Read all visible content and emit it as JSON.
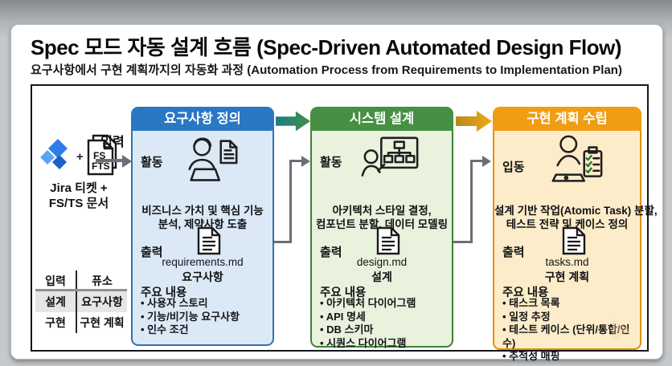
{
  "title": "Spec 모드 자동 설계 흐름 (Spec-Driven Automated Design Flow)",
  "subtitle": "요구사항에서 구현 계획까지의 자동화 과정 (Automation Process from Requirements to Implementation Plan)",
  "input_source": {
    "arrow_label": "입력",
    "plus": "+",
    "doc_lines": [
      "FS",
      "FTS"
    ],
    "caption_line1": "Jira 티켓 +",
    "caption_line2": "FS/TS 문서"
  },
  "mapping_table": {
    "col_headers": [
      "입력",
      "퓨소"
    ],
    "rows": [
      [
        "설계",
        "요구사항"
      ],
      [
        "구현",
        "구현 계획"
      ]
    ]
  },
  "columns": [
    {
      "header": "요구사항 정의",
      "activity_label": "활동",
      "activity_line1": "비즈니스 가치 및 핵심 기능",
      "activity_line2": "분석, 제약사항 도출",
      "output_label": "출력",
      "output_file": "requirements.md",
      "output_title": "요구사항",
      "contents_label": "주요 내용",
      "bullets": [
        "사용자 스토리",
        "기능/비기능 요구사항",
        "인수 조건"
      ],
      "accent": "#2b77c2"
    },
    {
      "header": "시스템 설계",
      "activity_label": "활동",
      "activity_line1": "아키텍처 스타일 결정,",
      "activity_line2": "컴포넌트 분할, 데이터 모델링",
      "output_label": "출력",
      "output_file": "design.md",
      "output_title": "설계",
      "contents_label": "주요 내용",
      "bullets": [
        "아키텍처 다이어그램",
        "API 명세",
        "DB 스키마",
        "시퀀스 다이어그램"
      ],
      "accent": "#478f42"
    },
    {
      "header": "구현 계획 수립",
      "activity_label": "입동",
      "activity_line1": "설계 기반 작업(Atomic Task) 분할,",
      "activity_line2": "테스트 전략 및 케이스 정의",
      "output_label": "출력",
      "output_file": "tasks.md",
      "output_title": "구현 계획",
      "contents_label": "주요 내용",
      "bullets": [
        "태스크 목록",
        "일정 추정",
        "테스트 케이스 (단위/통합/인수)",
        "추적성 매핑"
      ],
      "accent": "#f09d14"
    }
  ],
  "palette": {
    "flow_arrow_1": [
      "#1f7d88",
      "#3f9142"
    ],
    "flow_arrow_2": [
      "#b98a18",
      "#f0a81c"
    ],
    "connector": "#696f76"
  }
}
